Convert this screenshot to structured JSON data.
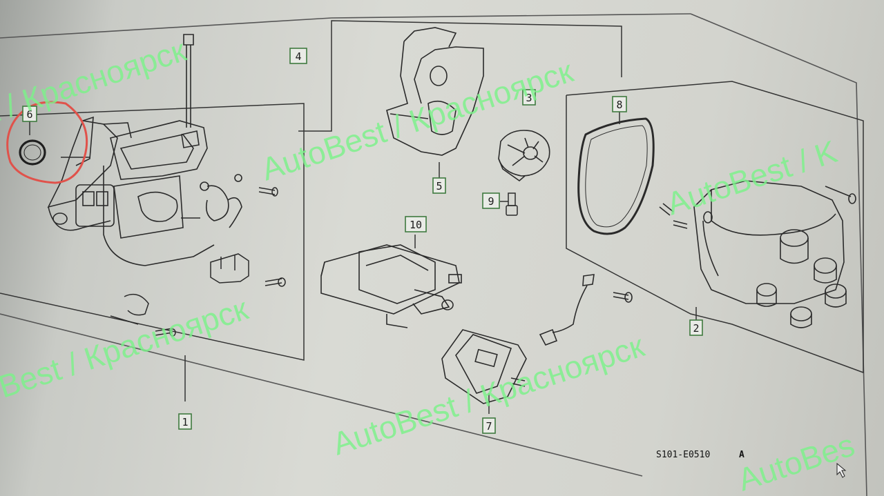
{
  "diagram": {
    "callouts": [
      {
        "id": "1",
        "label": "1"
      },
      {
        "id": "2",
        "label": "2"
      },
      {
        "id": "3",
        "label": "3"
      },
      {
        "id": "4",
        "label": "4"
      },
      {
        "id": "5",
        "label": "5"
      },
      {
        "id": "6",
        "label": "6"
      },
      {
        "id": "7",
        "label": "7"
      },
      {
        "id": "8",
        "label": "8"
      },
      {
        "id": "9",
        "label": "9"
      },
      {
        "id": "10",
        "label": "10"
      }
    ],
    "drawing_code": "S101-E0510",
    "drawing_rev": "A",
    "highlight_marker": "red circle around part 6"
  },
  "watermarks": [
    {
      "text": "t / Красноярск"
    },
    {
      "text": "AutoBest / Красноярск"
    },
    {
      "text": "AutoBest / K"
    },
    {
      "text": "oBest / Красноярск"
    },
    {
      "text": "AutoBest / Красноярск"
    },
    {
      "text": "AutoBes"
    }
  ],
  "colors": {
    "line": "#2a2a2a",
    "callout_box": "#3e7a3e",
    "highlight": "#e0524b",
    "watermark": "#7cf28a"
  }
}
